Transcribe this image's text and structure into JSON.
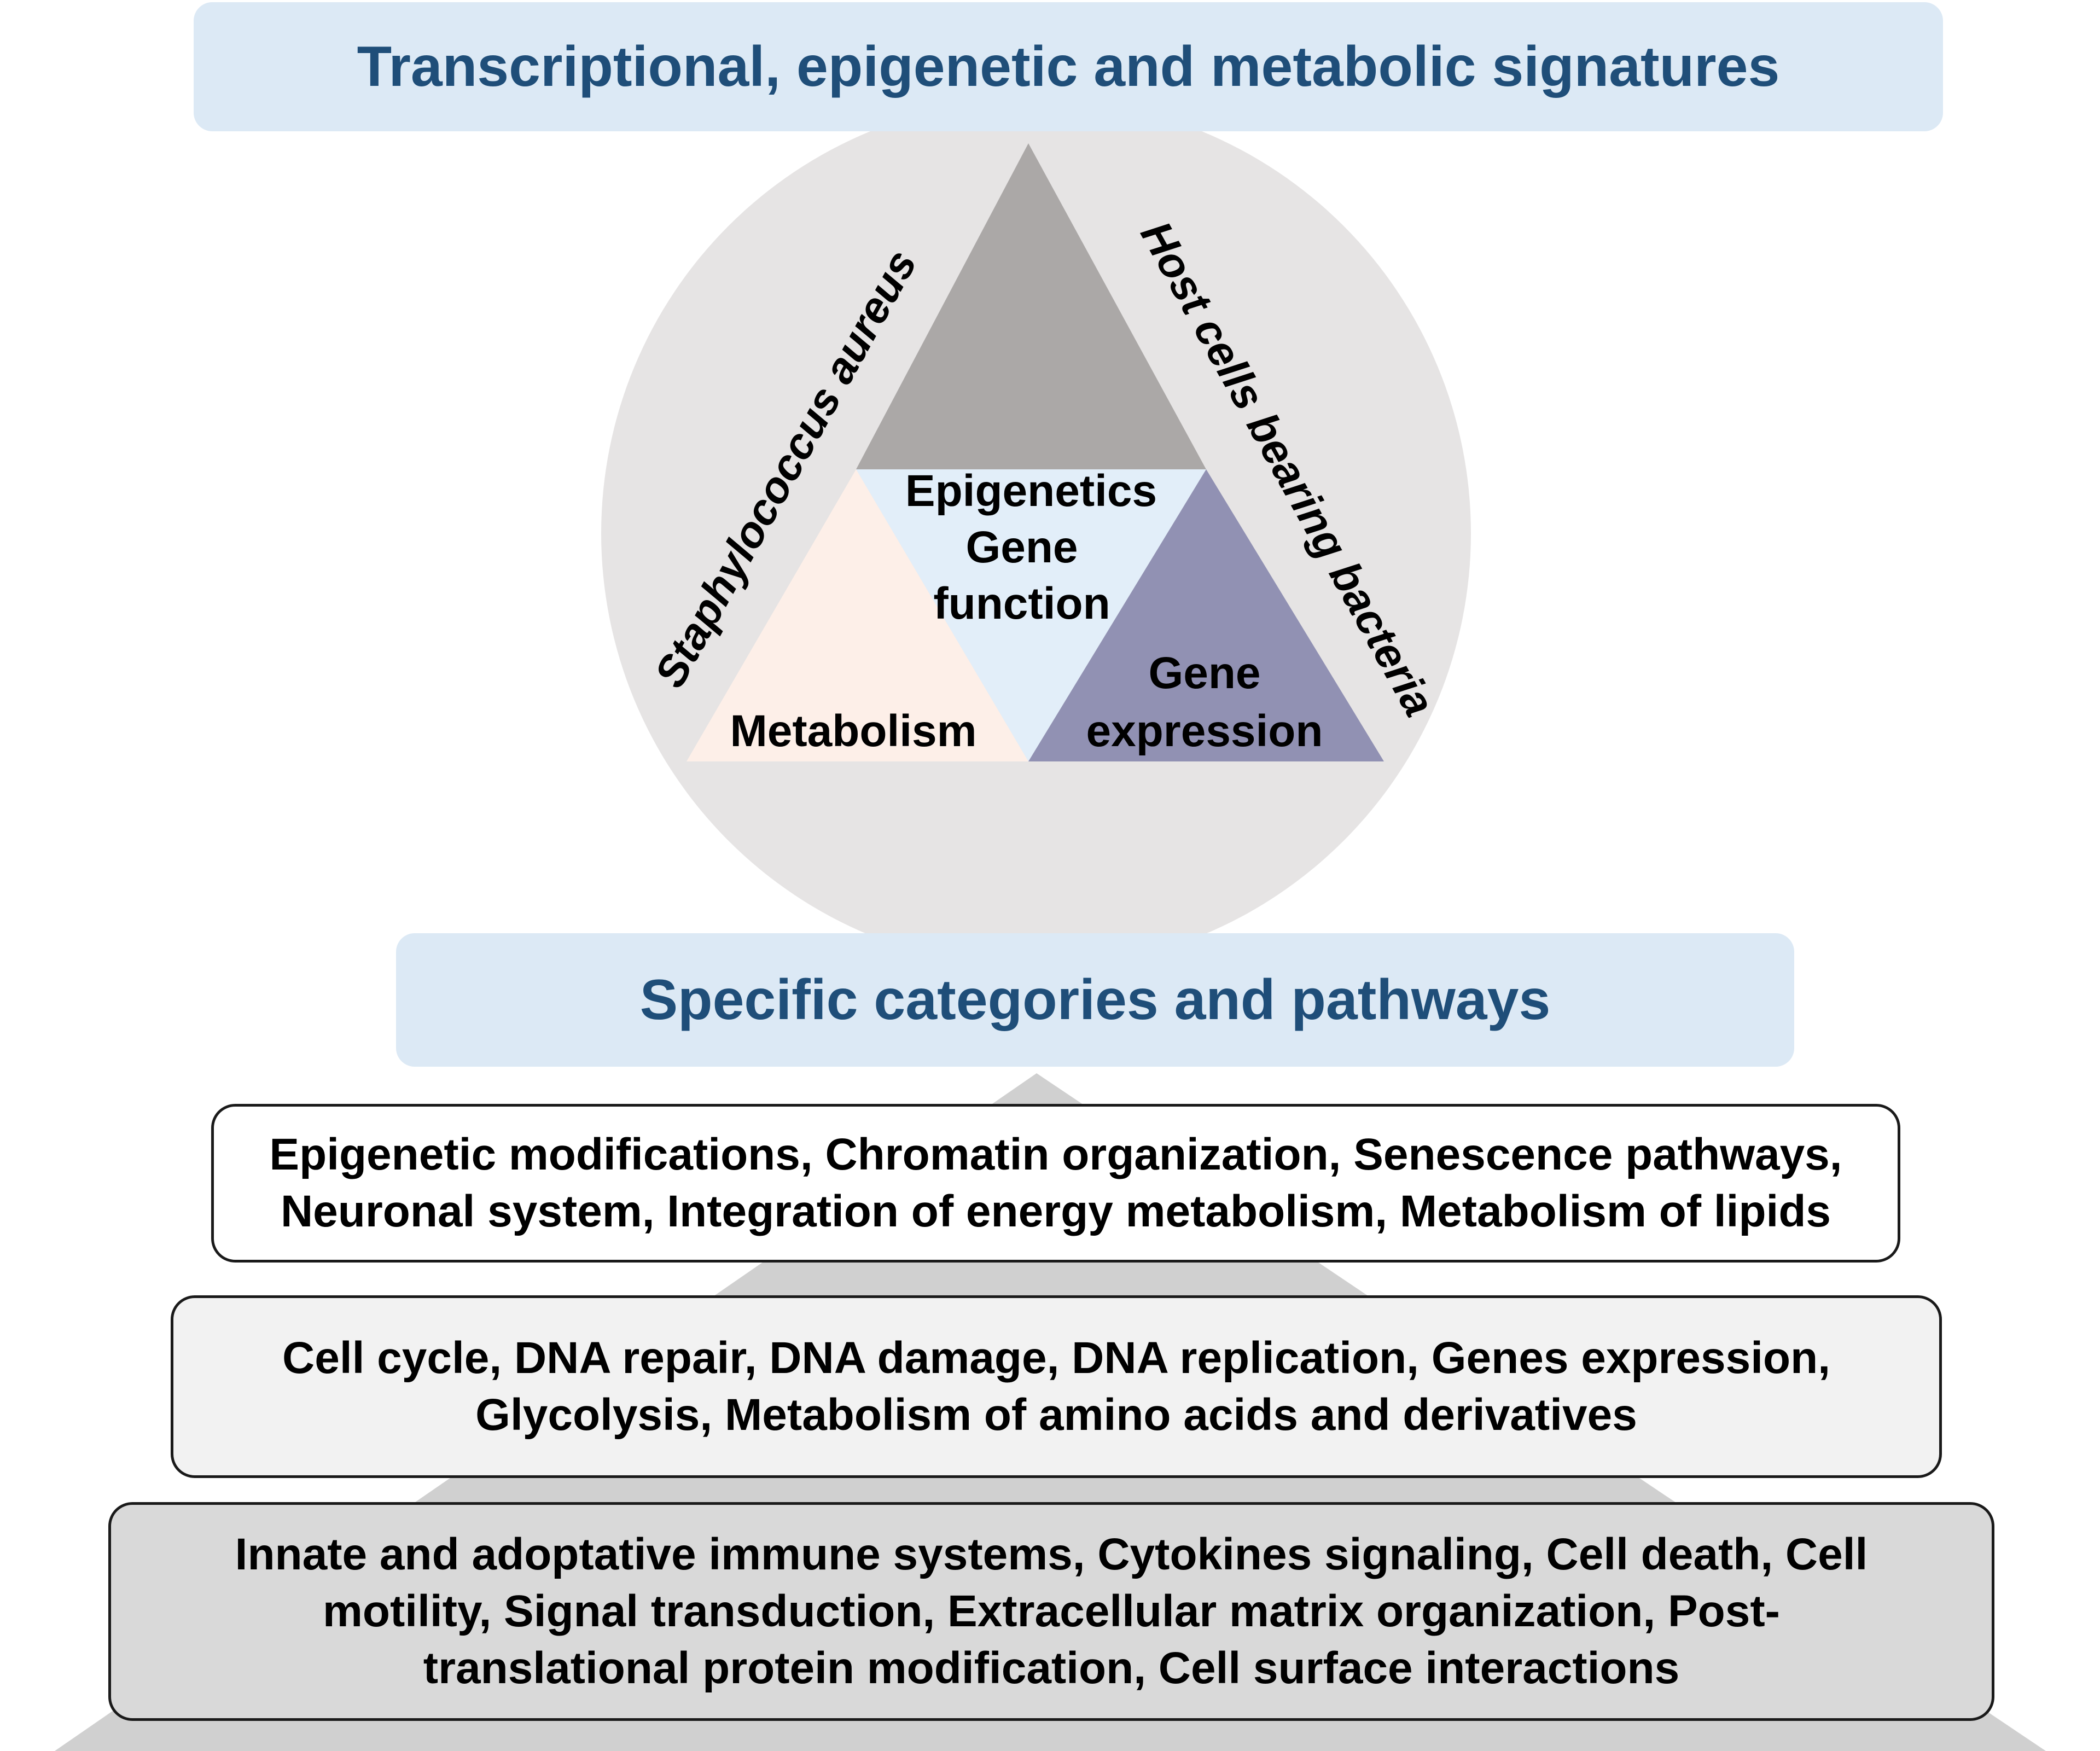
{
  "top_banner": {
    "title": "Transcriptional, epigenetic and metabolic signatures"
  },
  "triangle": {
    "side_left": "Staphylococcus aureus",
    "side_right": "Host cells bearing bacteria",
    "center_lines": [
      "Epigenetics",
      "Gene",
      "function"
    ],
    "left_label": "Metabolism",
    "right_label_lines": [
      "Gene",
      "expression"
    ]
  },
  "middle_banner": {
    "title": "Specific categories and pathways"
  },
  "tiers": [
    {
      "lines": [
        "Epigenetic modifications, Chromatin organization, Senescence pathways,",
        "Neuronal system, Integration of energy metabolism, Metabolism of lipids"
      ]
    },
    {
      "lines": [
        "Cell cycle, DNA repair, DNA damage, DNA replication, Genes expression,",
        "Glycolysis, Metabolism of amino acids and derivatives"
      ]
    },
    {
      "lines": [
        "Innate and adoptative immune systems, Cytokines signaling, Cell death, Cell",
        "motility, Signal transduction, Extracellular matrix organization, Post-",
        "translational protein modification, Cell surface interactions"
      ]
    }
  ],
  "colors": {
    "banner_fill": "#dce9f5",
    "banner_text": "#1f4e79",
    "circle_fill": "#e6e4e4",
    "apex_triangle": "#aba8a7",
    "center_triangle": "#e2eef9",
    "metabolism_triangle": "#fdefe8",
    "expression_triangle": "#9191b3",
    "pyramid_fill": "#d0d0d0"
  }
}
